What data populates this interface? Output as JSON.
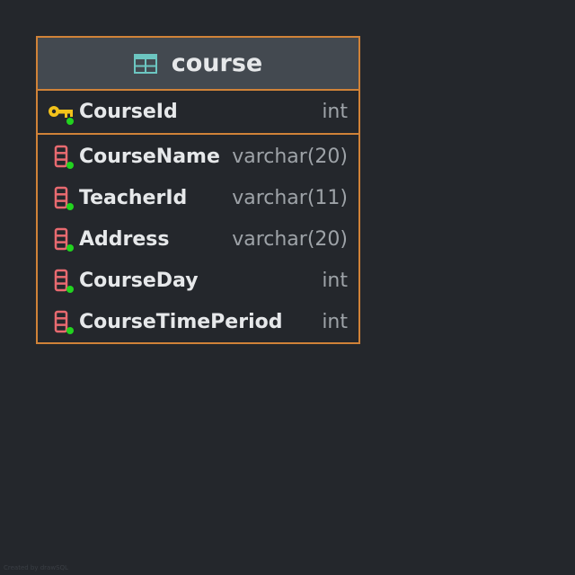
{
  "entity": {
    "name": "course",
    "primary_key": {
      "name": "CourseId",
      "type": "int"
    },
    "columns": [
      {
        "name": "CourseName",
        "type": "varchar(20)"
      },
      {
        "name": "TeacherId",
        "type": "varchar(11)"
      },
      {
        "name": "Address",
        "type": "varchar(20)"
      },
      {
        "name": "CourseDay",
        "type": "int"
      },
      {
        "name": "CourseTimePeriod",
        "type": "int"
      }
    ]
  },
  "footer": {
    "credit": "Created by drawSQL"
  },
  "colors": {
    "background": "#24272c",
    "border": "#d08238",
    "header": "#434950",
    "key_icon": "#f3c21b",
    "column_icon": "#e86a70",
    "not_null_dot": "#22d31f",
    "table_icon": "#6cc6c1"
  }
}
